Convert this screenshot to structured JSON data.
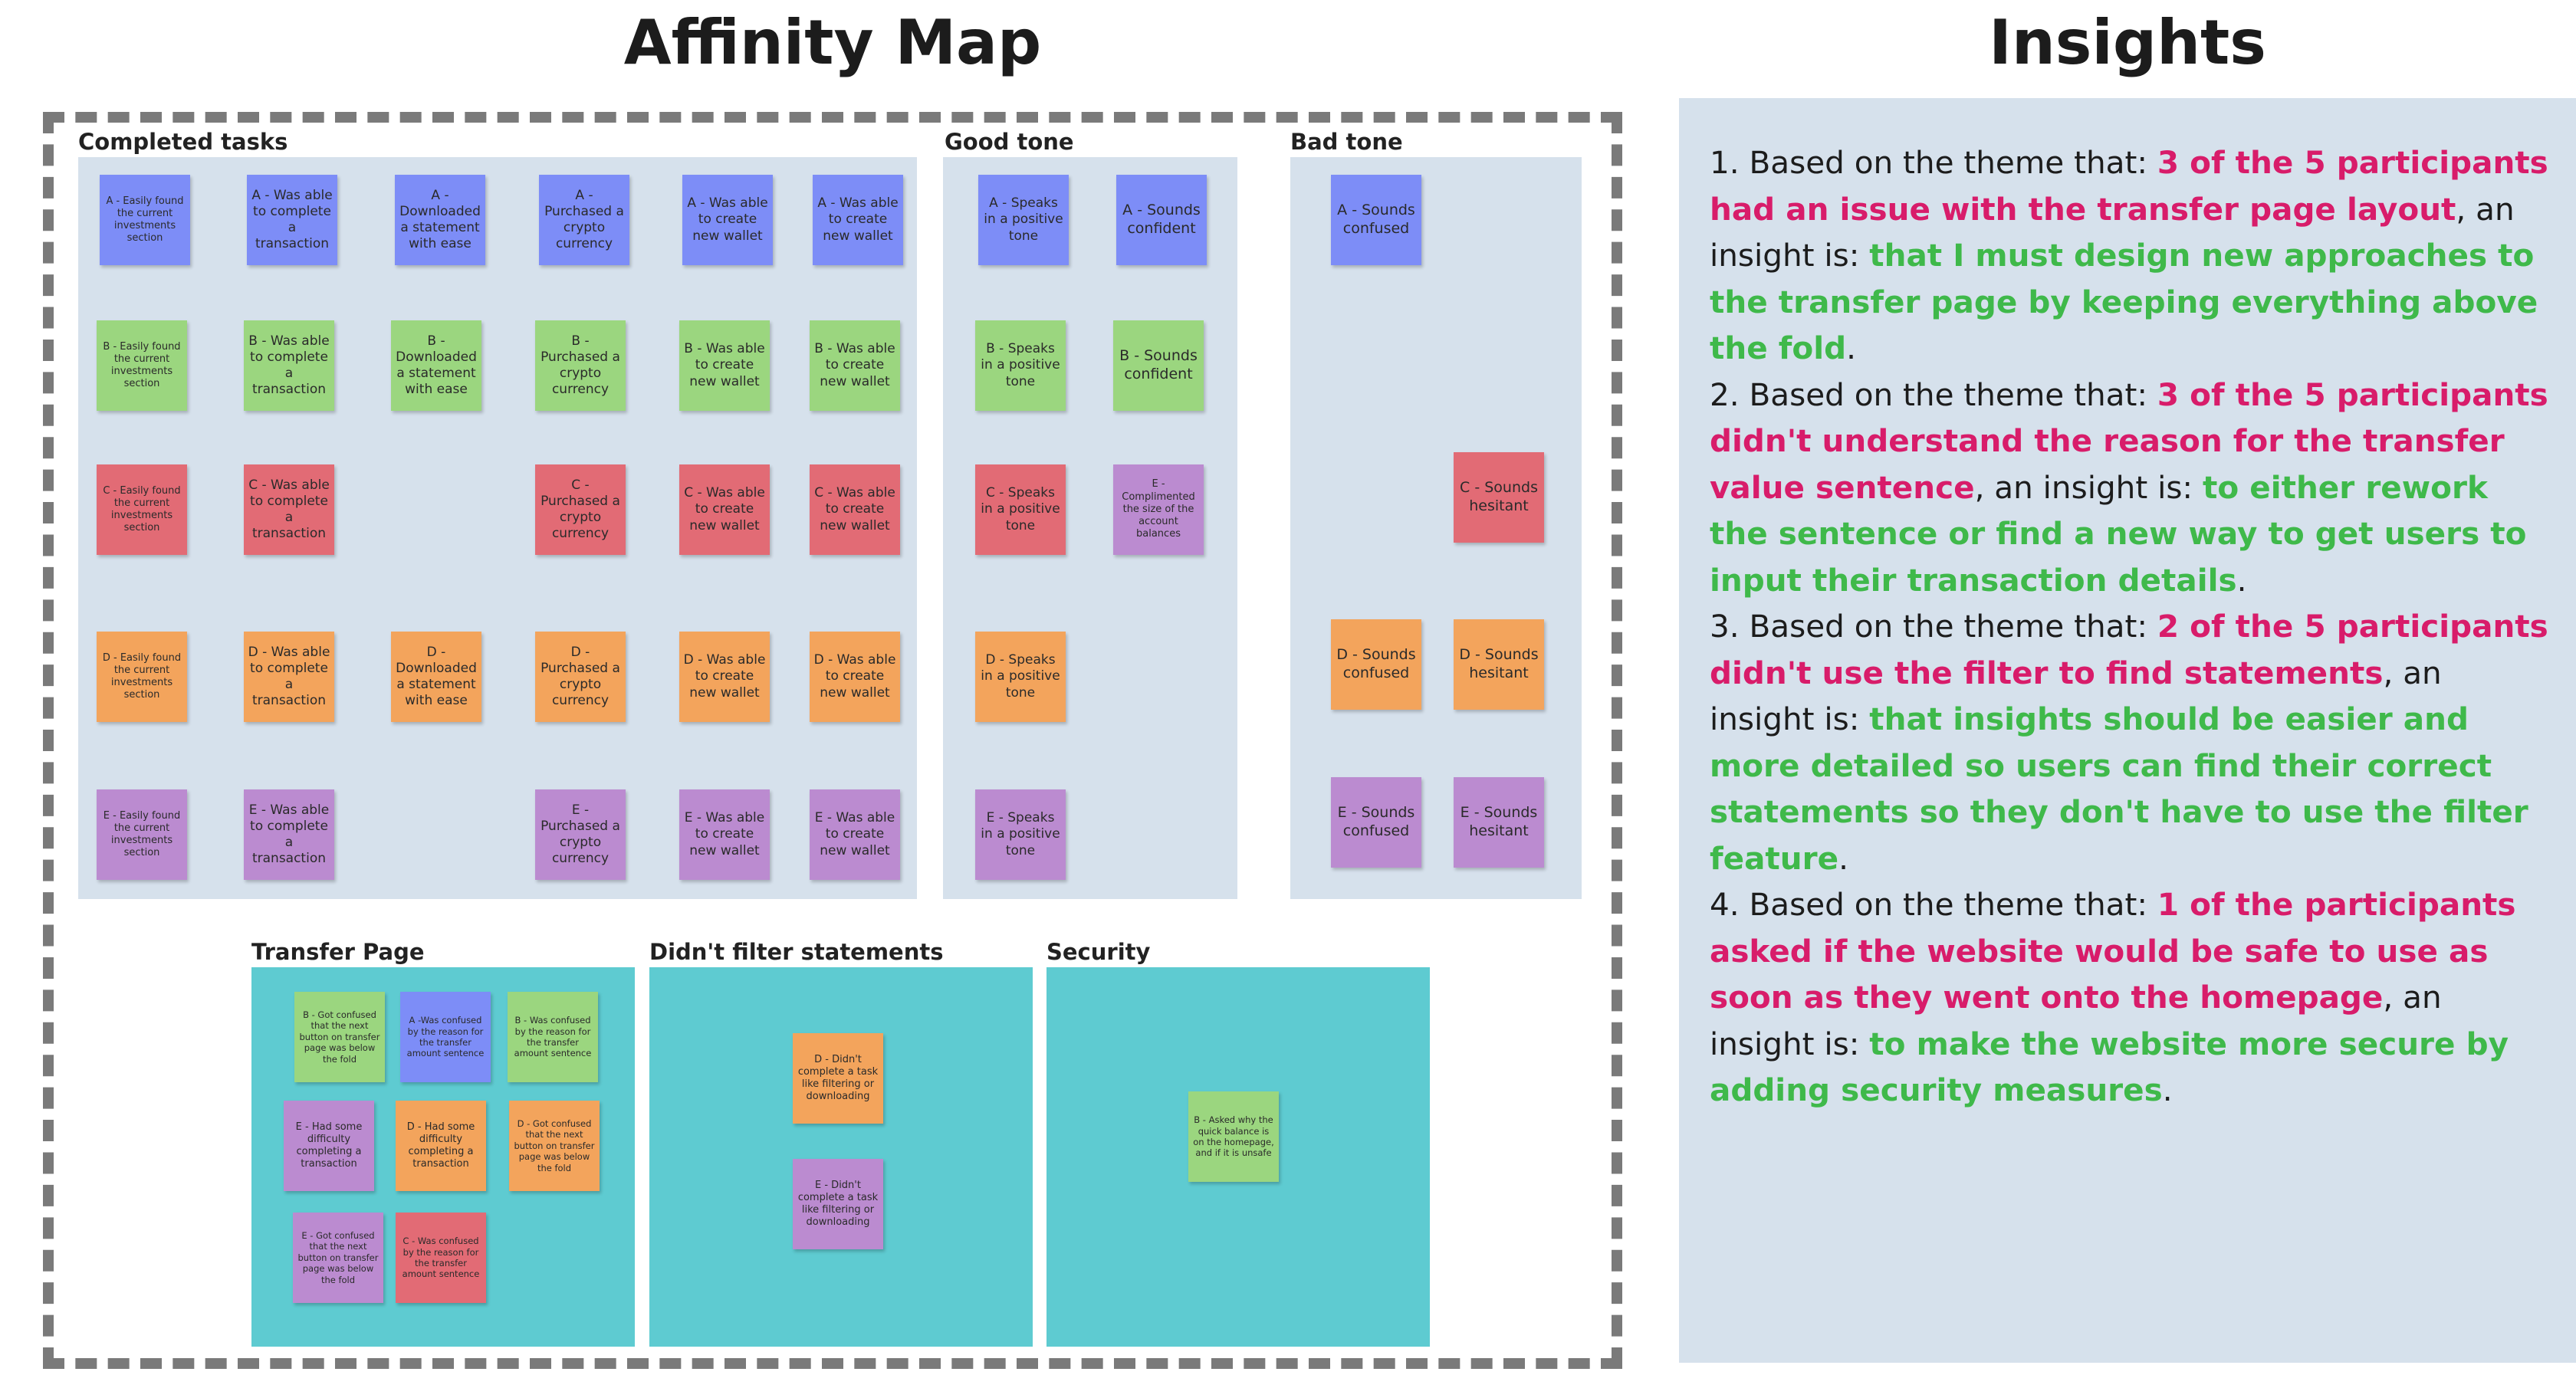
{
  "titles": {
    "affinity_map": "Affinity Map",
    "insights": "Insights"
  },
  "clusters": {
    "completed_tasks": {
      "label": "Completed tasks",
      "notes": [
        {
          "text": "A - Easily found the current investments section",
          "color": "blue"
        },
        {
          "text": "A - Was able to complete a transaction",
          "color": "blue"
        },
        {
          "text": "A - Downloaded a statement with ease",
          "color": "blue"
        },
        {
          "text": "A - Purchased a crypto currency",
          "color": "blue"
        },
        {
          "text": "A - Was able to create new wallet",
          "color": "blue"
        },
        {
          "text": "A - Was able to create new wallet",
          "color": "blue"
        },
        {
          "text": "B - Easily found the current investments section",
          "color": "green"
        },
        {
          "text": "B - Was able to complete a transaction",
          "color": "green"
        },
        {
          "text": "B - Downloaded a statement with ease",
          "color": "green"
        },
        {
          "text": "B - Purchased a crypto currency",
          "color": "green"
        },
        {
          "text": "B - Was able to create new wallet",
          "color": "green"
        },
        {
          "text": "B - Was able to create new wallet",
          "color": "green"
        },
        {
          "text": "C - Easily found the current investments section",
          "color": "red"
        },
        {
          "text": "C - Was able to complete a transaction",
          "color": "red"
        },
        {
          "text": "C - Purchased a crypto currency",
          "color": "red"
        },
        {
          "text": "C - Was able to create new wallet",
          "color": "red"
        },
        {
          "text": "C - Was able to create new wallet",
          "color": "red"
        },
        {
          "text": "D - Easily found the current investments section",
          "color": "orange"
        },
        {
          "text": "D - Was able to complete a transaction",
          "color": "orange"
        },
        {
          "text": "D - Downloaded a statement with ease",
          "color": "orange"
        },
        {
          "text": "D - Purchased a crypto currency",
          "color": "orange"
        },
        {
          "text": "D - Was able to create new wallet",
          "color": "orange"
        },
        {
          "text": "D - Was able to create new wallet",
          "color": "orange"
        },
        {
          "text": "E - Easily found the current investments section",
          "color": "purple"
        },
        {
          "text": "E - Was able to complete a transaction",
          "color": "purple"
        },
        {
          "text": "E - Purchased a crypto currency",
          "color": "purple"
        },
        {
          "text": "E - Was able to create new wallet",
          "color": "purple"
        },
        {
          "text": "E - Was able to create new wallet",
          "color": "purple"
        }
      ]
    },
    "good_tone": {
      "label": "Good tone",
      "notes": [
        {
          "text": "A - Speaks in a positive tone",
          "color": "blue"
        },
        {
          "text": "A - Sounds confident",
          "color": "blue"
        },
        {
          "text": "B - Speaks in a positive tone",
          "color": "green"
        },
        {
          "text": "B - Sounds confident",
          "color": "green"
        },
        {
          "text": "C - Speaks in a positive tone",
          "color": "red"
        },
        {
          "text": "E - Complimented the size of the account balances",
          "color": "purple"
        },
        {
          "text": "D - Speaks in a positive tone",
          "color": "orange"
        },
        {
          "text": "E - Speaks in a positive tone",
          "color": "purple"
        }
      ]
    },
    "bad_tone": {
      "label": "Bad tone",
      "notes": [
        {
          "text": "A - Sounds confused",
          "color": "blue"
        },
        {
          "text": "C - Sounds hesitant",
          "color": "red"
        },
        {
          "text": "D - Sounds confused",
          "color": "orange"
        },
        {
          "text": "D - Sounds hesitant",
          "color": "orange"
        },
        {
          "text": "E - Sounds confused",
          "color": "purple"
        },
        {
          "text": "E - Sounds hesitant",
          "color": "purple"
        }
      ]
    },
    "transfer_page": {
      "label": "Transfer Page",
      "notes": [
        {
          "text": "B - Got confused that the next button on transfer page was below the fold",
          "color": "green"
        },
        {
          "text": "A -Was confused by the reason for the transfer amount sentence",
          "color": "blue"
        },
        {
          "text": "B - Was confused by the reason for the transfer amount sentence",
          "color": "green"
        },
        {
          "text": "E - Had some difficulty completing a transaction",
          "color": "purple"
        },
        {
          "text": "D - Had some difficulty completing a transaction",
          "color": "orange"
        },
        {
          "text": "D - Got confused that the next button on transfer page was below the fold",
          "color": "orange"
        },
        {
          "text": "E - Got confused that the next button on transfer page was below the fold",
          "color": "purple"
        },
        {
          "text": "C - Was confused by the reason for the transfer amount sentence",
          "color": "red"
        }
      ]
    },
    "didnt_filter": {
      "label": "Didn't filter statements",
      "notes": [
        {
          "text": "D - Didn't complete a task like filtering or downloading",
          "color": "orange"
        },
        {
          "text": "E - Didn't complete a task like filtering or downloading",
          "color": "purple"
        }
      ]
    },
    "security": {
      "label": "Security",
      "notes": [
        {
          "text": "B - Asked why the quick balance is on the homepage, and if it is unsafe",
          "color": "green"
        }
      ]
    }
  },
  "insights": [
    {
      "prefix": "1. Based on the theme that:  ",
      "theme": "3 of the 5 participants had an issue with the transfer page layout",
      "middle": ", an insight is: ",
      "insight": "that I must design new approaches to the transfer page by keeping everything above the fold",
      "suffix": "."
    },
    {
      "prefix": "2. Based on the theme that: ",
      "theme": "3 of the 5 participants didn't understand the reason for the transfer value sentence",
      "middle": ", an insight is: ",
      "insight": "to either rework the sentence or find a new way to get users to input their transaction details",
      "suffix": "."
    },
    {
      "prefix": "3. Based on the theme that: ",
      "theme": "2 of the 5 participants didn't use the filter to find statements",
      "middle": ", an insight is: ",
      "insight": "that insights should be easier and more detailed so users can find their correct statements so they don't have to use the filter feature",
      "suffix": "."
    },
    {
      "prefix": "4. Based on the theme that: ",
      "theme": "1 of the participants asked if the website would be safe to use as soon as they went onto the homepage",
      "middle": ", an insight is: ",
      "insight": "to make the website more secure by adding security measures",
      "suffix": "."
    }
  ]
}
